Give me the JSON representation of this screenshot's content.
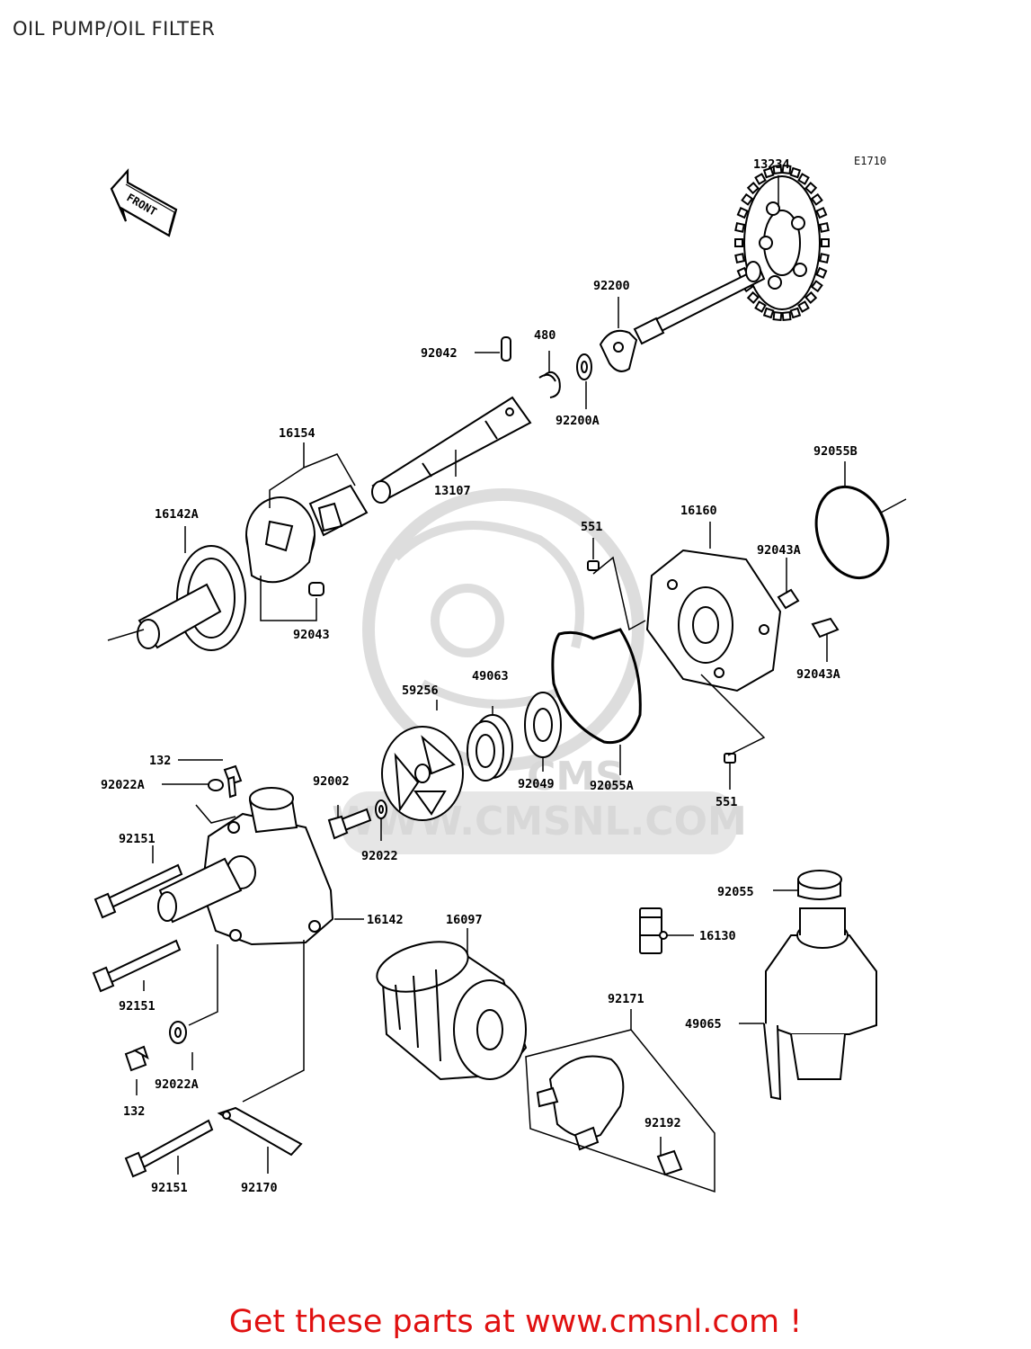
{
  "title": "OIL PUMP/OIL FILTER",
  "figure_code": "E1710",
  "front_label": "FRONT",
  "watermark": {
    "brand": "CMS",
    "url": "WWW.CMSNL.COM"
  },
  "footer": "Get these parts at www.cmsnl.com !",
  "parts": [
    "13234",
    "92200",
    "480",
    "92042",
    "92200A",
    "16154",
    "13107",
    "16142A",
    "92043",
    "92055B",
    "551",
    "16160",
    "92043A",
    "92043A",
    "59256",
    "49063",
    "132",
    "92022A",
    "92002",
    "92049",
    "92055A",
    "551",
    "92022",
    "92151",
    "92055",
    "16142",
    "16097",
    "16130",
    "92151",
    "92171",
    "49065",
    "132",
    "92022A",
    "92192",
    "92151",
    "92170"
  ],
  "colors": {
    "footer": "#e01010",
    "watermark": "#d4d4d4",
    "ink": "#000000"
  }
}
